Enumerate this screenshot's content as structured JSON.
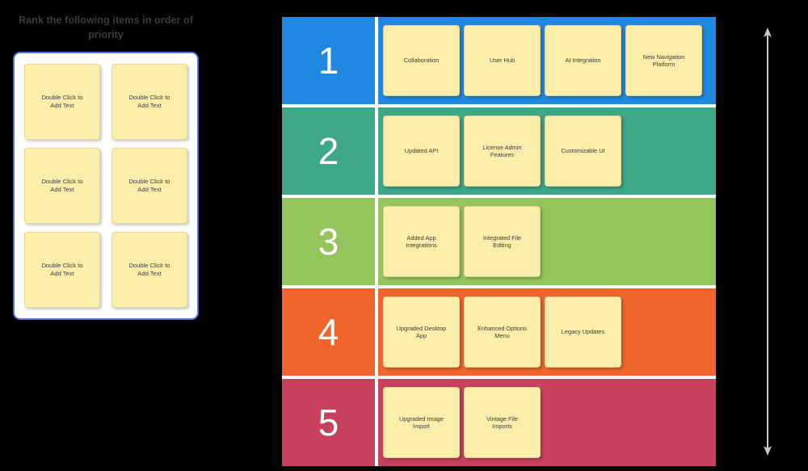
{
  "palette": {
    "title": "Rank the following items in\norder of priority",
    "border_color": "#5b6fd6",
    "note_color": "#faeeaa",
    "notes": [
      {
        "label": "Double Click to\nAdd Text"
      },
      {
        "label": "Double Click to\nAdd Text"
      },
      {
        "label": "Double Click to\nAdd Text"
      },
      {
        "label": "Double Click to\nAdd Text"
      },
      {
        "label": "Double Click to\nAdd Text"
      },
      {
        "label": "Double Click to\nAdd Text"
      }
    ]
  },
  "ranking": {
    "rows": [
      {
        "rank": "1",
        "color": "#1f88e0",
        "cards": [
          {
            "label": "Collaboration"
          },
          {
            "label": "User Hub"
          },
          {
            "label": "AI Integration"
          },
          {
            "label": "New Navigation\nPlatform"
          }
        ]
      },
      {
        "rank": "2",
        "color": "#3da788",
        "cards": [
          {
            "label": "Updated API"
          },
          {
            "label": "License Admin\nFeatures"
          },
          {
            "label": "Customizable UI"
          }
        ]
      },
      {
        "rank": "3",
        "color": "#96c45c",
        "cards": [
          {
            "label": "Added App\nIntegrations"
          },
          {
            "label": "Integrated File\nEditing"
          }
        ]
      },
      {
        "rank": "4",
        "color": "#f0662a",
        "cards": [
          {
            "label": "Upgraded Desktop\nApp"
          },
          {
            "label": "Enhanced Options\nMenu"
          },
          {
            "label": "Legacy Updates"
          }
        ]
      },
      {
        "rank": "5",
        "color": "#c8415f",
        "cards": [
          {
            "label": "Upgraded Image\nImport"
          },
          {
            "label": "Vintage File\nImports"
          }
        ]
      }
    ]
  },
  "priority_arrow": {
    "name": "priority-direction-arrow",
    "color": "#c9c9c9",
    "direction": "double-headed-vertical"
  }
}
